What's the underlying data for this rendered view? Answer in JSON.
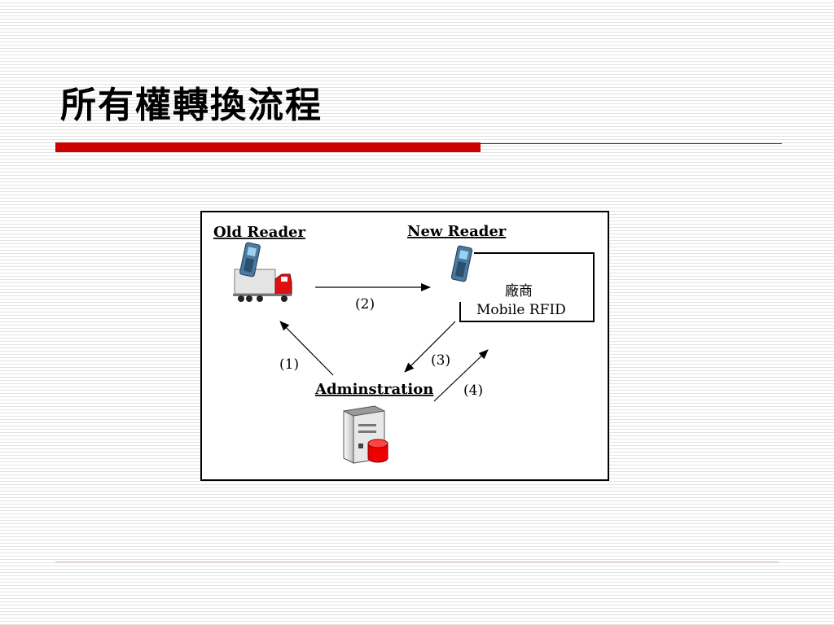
{
  "slide": {
    "title": "所有權轉換流程"
  },
  "diagram": {
    "nodes": {
      "old_reader": {
        "label": "Old Reader"
      },
      "new_reader": {
        "label": "New Reader"
      },
      "vendor_box": {
        "line1": "廠商",
        "line2": "Mobile RFID"
      },
      "administration": {
        "label": "Adminstration"
      }
    },
    "steps": {
      "step1": "(1)",
      "step2": "(2)",
      "step3": "(3)",
      "step4": "(4)"
    },
    "colors": {
      "frame": "#000000",
      "reader_body": "#4a7aa0",
      "truck_cab": "#dd1111",
      "server_body": "#e8e8e8",
      "database": "#ee0000"
    },
    "icons": [
      "handheld-reader-icon",
      "truck-icon",
      "server-icon",
      "database-icon"
    ]
  }
}
